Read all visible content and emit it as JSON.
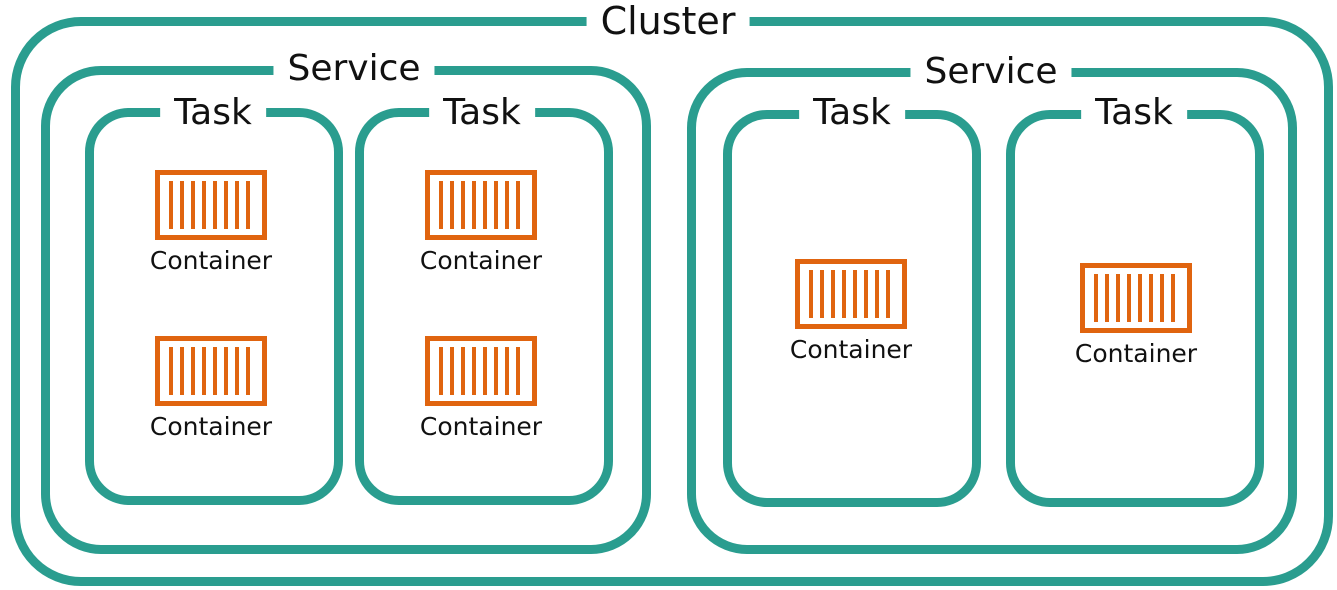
{
  "cluster": {
    "label": "Cluster"
  },
  "services": [
    {
      "label": "Service",
      "tasks": [
        {
          "label": "Task",
          "containers": [
            "Container",
            "Container"
          ]
        },
        {
          "label": "Task",
          "containers": [
            "Container",
            "Container"
          ]
        }
      ]
    },
    {
      "label": "Service",
      "tasks": [
        {
          "label": "Task",
          "containers": [
            "Container"
          ]
        },
        {
          "label": "Task",
          "containers": [
            "Container"
          ]
        }
      ]
    }
  ],
  "colors": {
    "frame": "#2a9d8f",
    "container_icon": "#e0640f",
    "text": "#111111"
  },
  "icons": {
    "container": "shipping-container-icon"
  }
}
